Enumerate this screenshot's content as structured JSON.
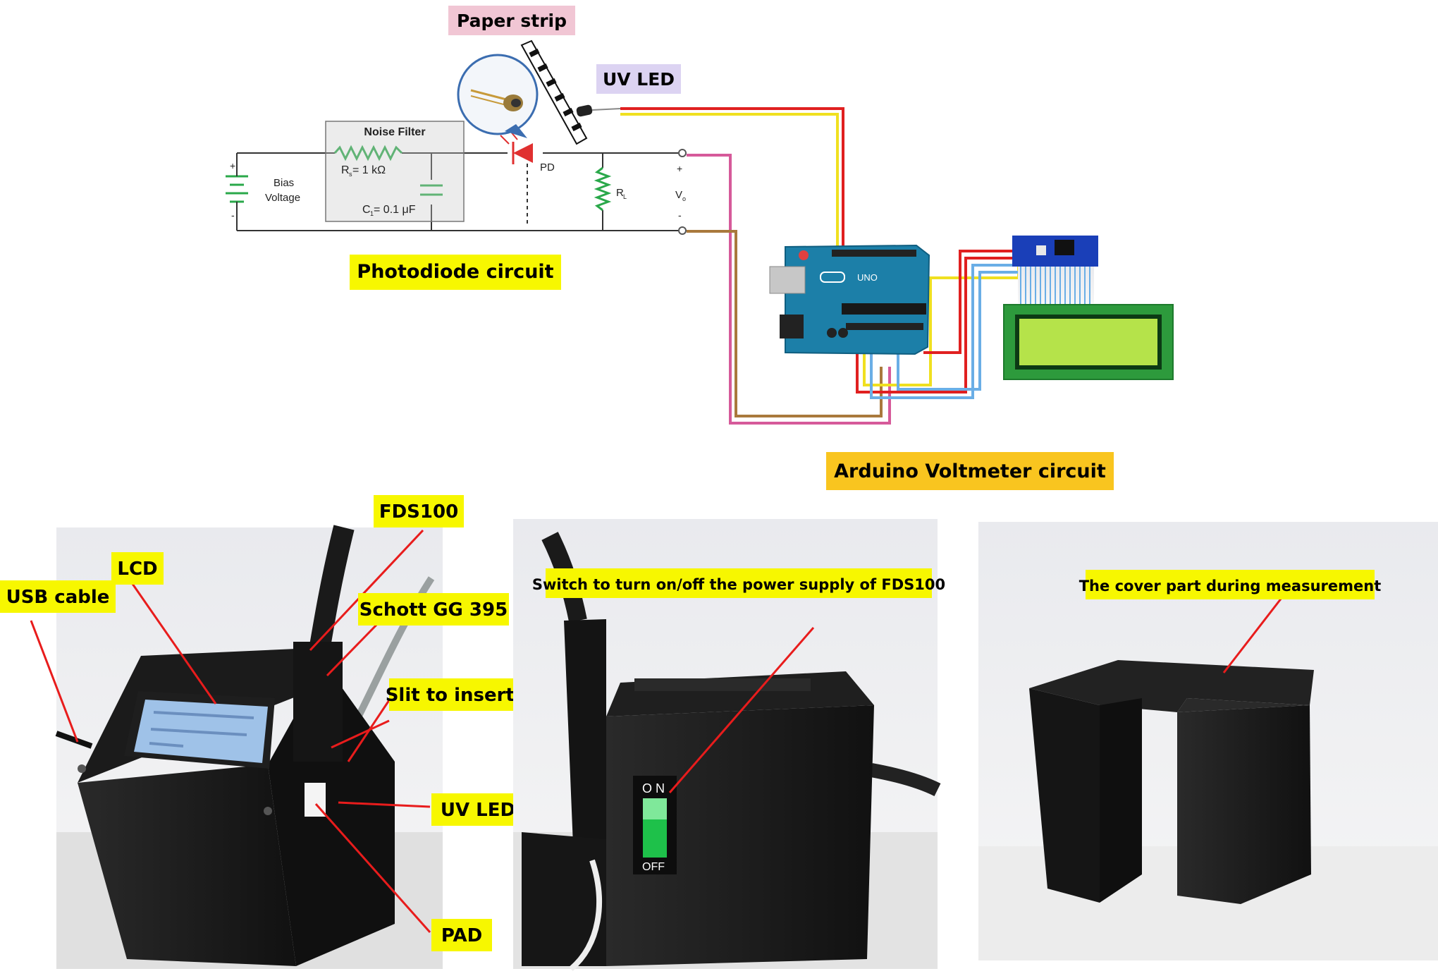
{
  "top": {
    "paper_strip": "Paper strip",
    "uv_led": "UV LED",
    "noise_filter": "Noise Filter",
    "bias": "Bias",
    "voltage": "Voltage",
    "rs": "R = 1 kΩ",
    "rs_sub": "s",
    "c1": "C = 0.1 μF",
    "c1_sub": "1",
    "pd": "PD",
    "rl": "R",
    "rl_sub": "L",
    "vo": "V",
    "vo_sub": "o",
    "plus": "+",
    "minus": "-",
    "photodiode_circuit": "Photodiode circuit",
    "arduino_circuit": "Arduino Voltmeter circuit"
  },
  "photo1": {
    "usb_cable": "USB cable",
    "lcd": "LCD",
    "fds100": "FDS100",
    "schott": "Schott GG 395",
    "slit": "Slit to insert PAD",
    "uv_led": "UV LED",
    "pad": "PAD"
  },
  "photo2": {
    "switch_label": "Switch to turn on/off the power supply of FDS100",
    "on": "O N",
    "off": "OFF"
  },
  "photo3": {
    "cover_label": "The cover part during measurement"
  },
  "colors": {
    "yellow_label": "#f7f700",
    "pink_label": "#f1c6d4",
    "purple_label": "#dcd3f2",
    "orange_label": "#f9c51f",
    "pointer": "#e81c1c",
    "arduino": "#1c7fa8",
    "lcd_green": "#b5e34a"
  }
}
